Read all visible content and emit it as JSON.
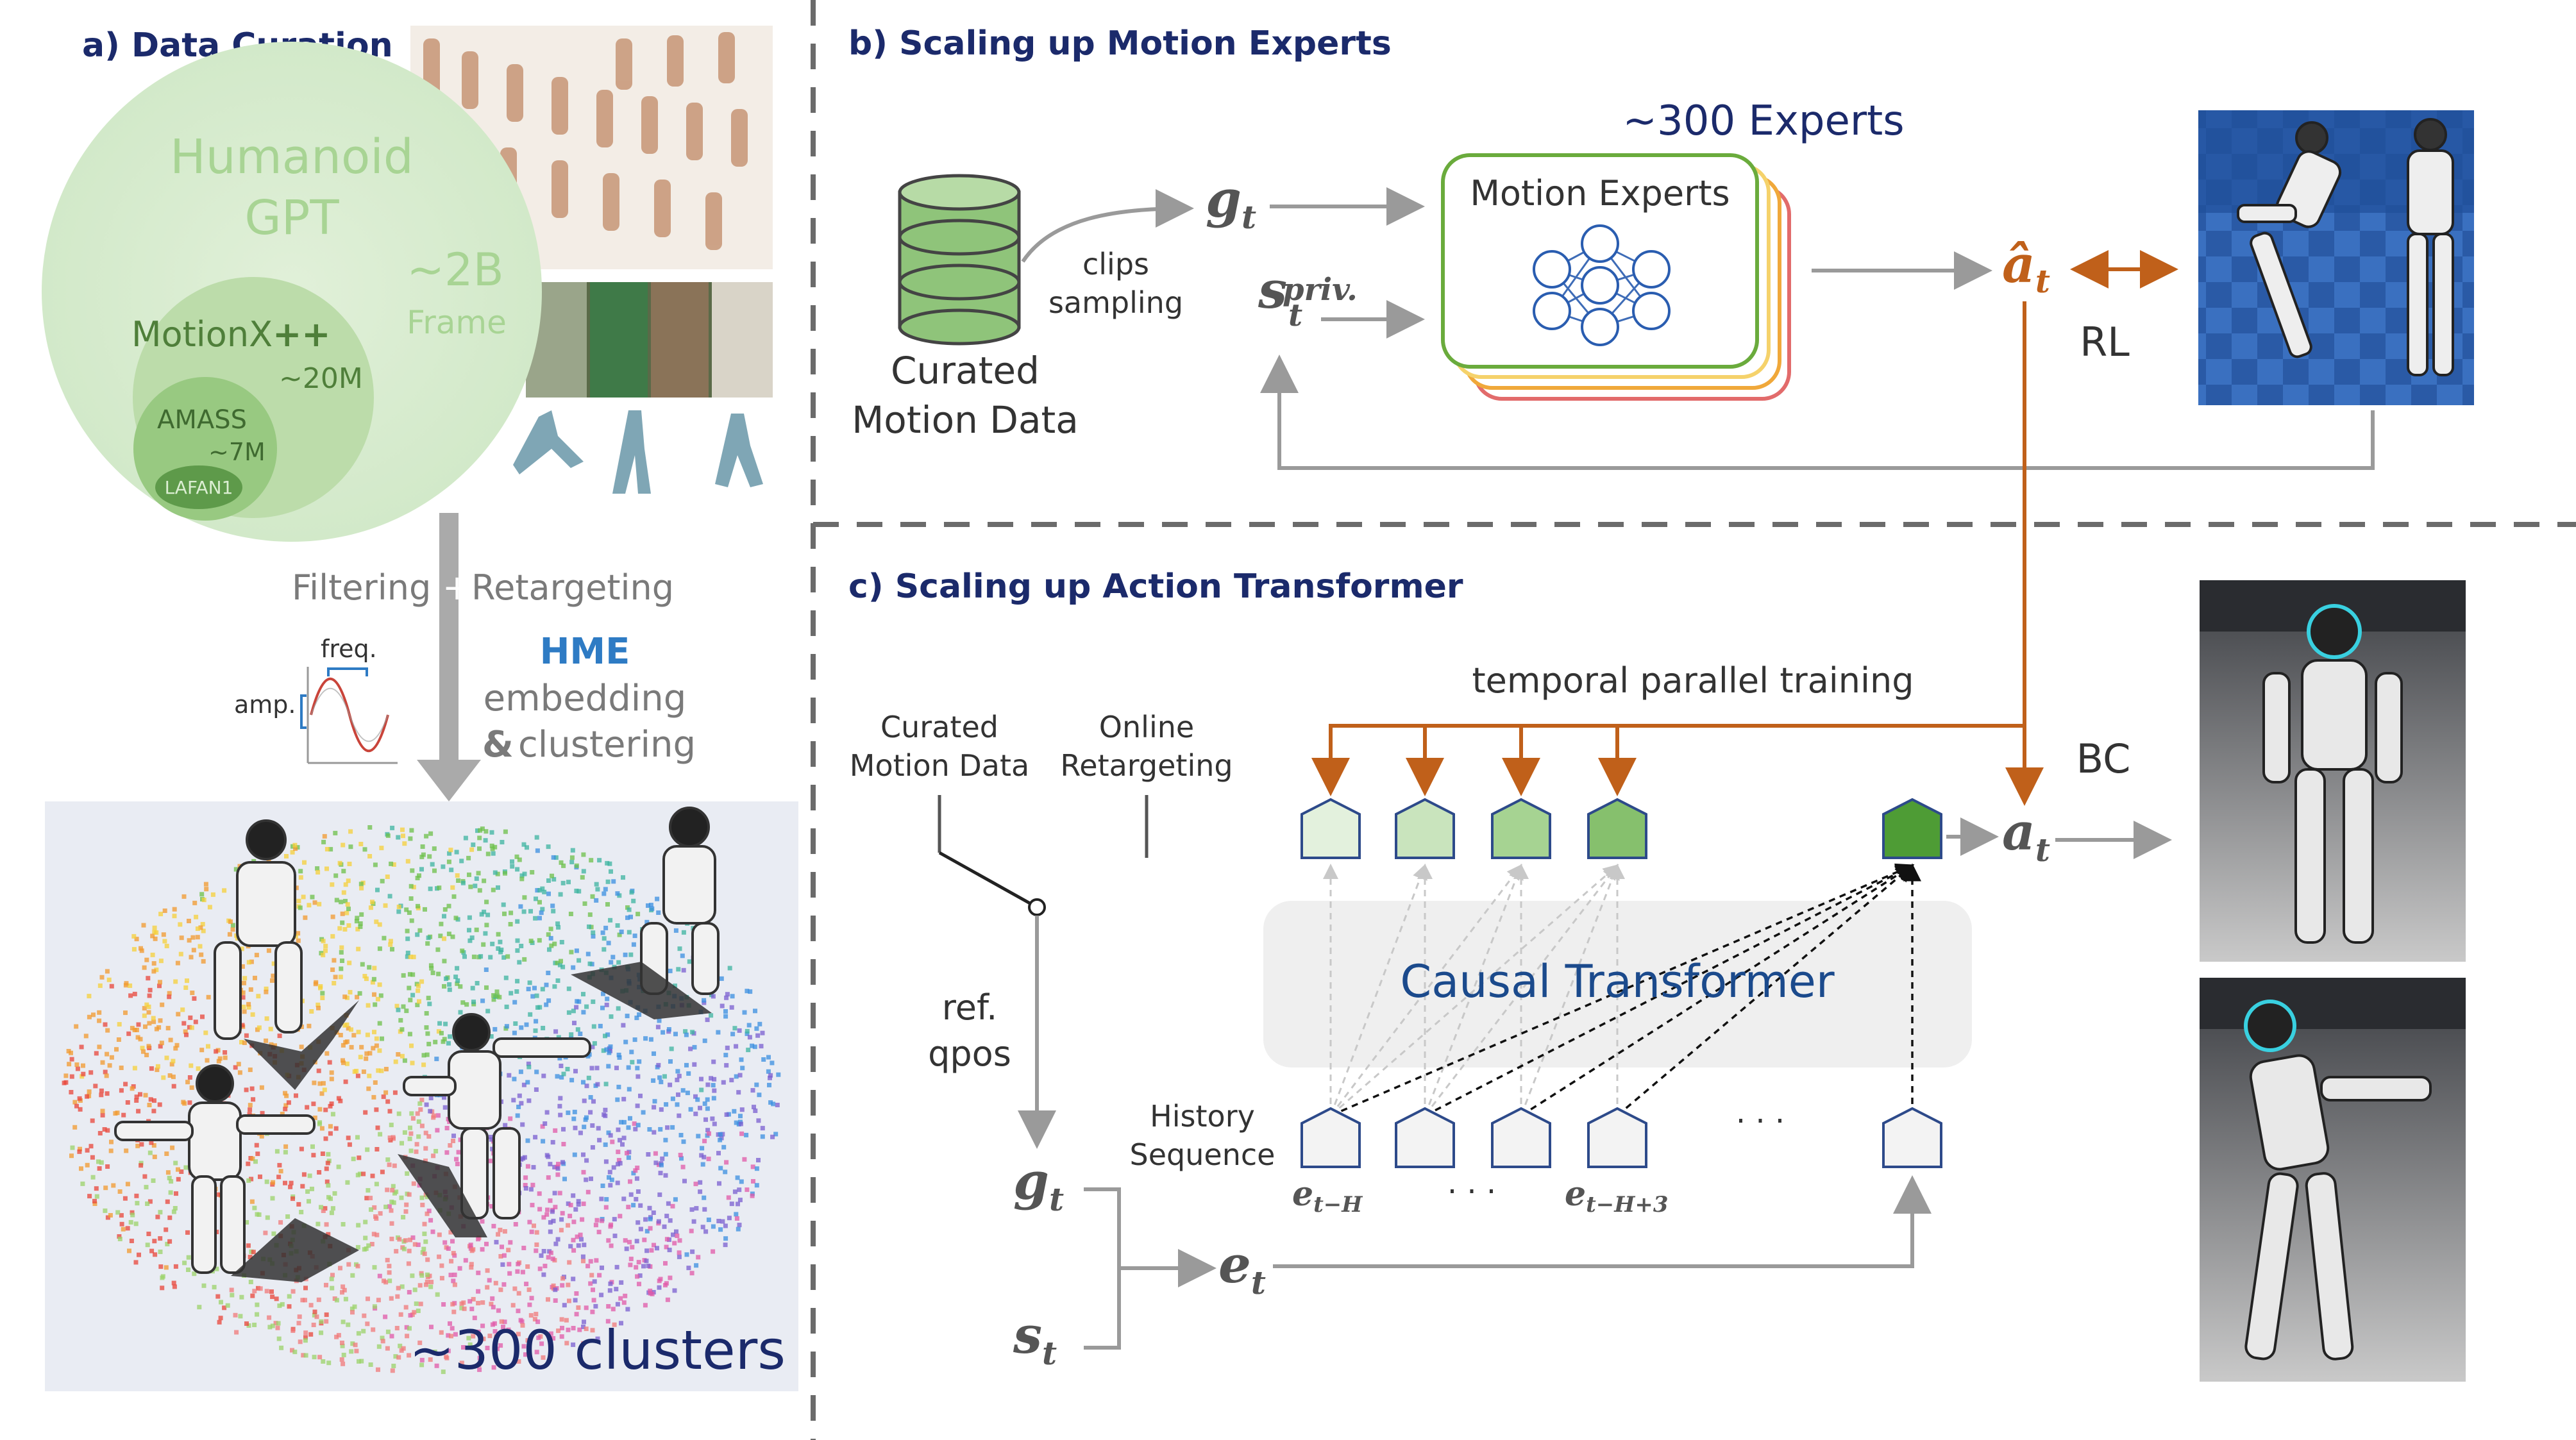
{
  "panel_a": {
    "title": "a) Data Curation",
    "circles": {
      "humanoid_gpt": [
        "Humanoid",
        "GPT"
      ],
      "humanoid_gpt_size": [
        "~2B",
        "Frame"
      ],
      "motionx_name": "MotionX",
      "motionx_plus": "++",
      "motionx_size": "~20M",
      "amass_name": "AMASS",
      "amass_size": "~7M",
      "lafan": "LAFAN1"
    },
    "filtering_plus": "Filtering",
    "plus": "+",
    "retargeting": "Retargeting",
    "freq": "freq.",
    "amp": "amp.",
    "hme": "HME",
    "embedding": "embedding",
    "clustering_amp": "&",
    "clustering": "clustering",
    "clusters": "~300 clusters"
  },
  "panel_b": {
    "title": "b) Scaling up Motion Experts",
    "curated": [
      "Curated",
      "Motion Data"
    ],
    "clips_sampling": [
      "clips",
      "sampling"
    ],
    "g": "g",
    "g_sub": "t",
    "s": "s",
    "s_sub": "t",
    "s_sup": "priv.",
    "experts_count": "~300 Experts",
    "motion_experts": "Motion Experts",
    "a_hat": "â",
    "a_sub": "t",
    "rl": "RL"
  },
  "panel_c": {
    "title": "c) Scaling up Action Transformer",
    "curated": [
      "Curated",
      "Motion Data"
    ],
    "online": [
      "Online",
      "Retargeting"
    ],
    "temporal": "temporal parallel training",
    "ref_qpos": [
      "ref.",
      "qpos"
    ],
    "causal": "Causal Transformer",
    "history": [
      "History",
      "Sequence"
    ],
    "e_first": "e",
    "e_first_sub": "t−H",
    "e_third": "e",
    "e_third_sub": "t−H+3",
    "dots": "· · ·",
    "a": "a",
    "a_sub": "t",
    "bc": "BC",
    "g": "g",
    "g_sub": "t",
    "s": "s",
    "s_sub": "t",
    "e": "e",
    "e_sub": "t"
  },
  "colors": {
    "title": "#1b2a6b",
    "orange": "#c0601a",
    "green_light": "#d6ecd0",
    "green_dark": "#5fa845",
    "hme_blue": "#2e7bc4",
    "expert_border": "#6aab3c"
  }
}
